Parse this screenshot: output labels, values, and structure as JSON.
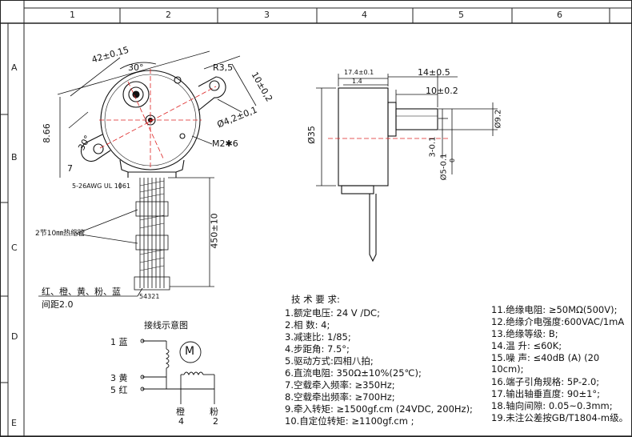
{
  "grid": {
    "columns": [
      "1",
      "2",
      "3",
      "4",
      "5",
      "6"
    ],
    "rows": [
      "A",
      "B",
      "C",
      "D",
      "E"
    ]
  },
  "front_view": {
    "dim_width": "42±0.15",
    "dim_angle_top": "30°",
    "dim_radius": "R3,5",
    "dim_hole": "Ø4,2±0,1",
    "dim_mount_offset": "10±0,2",
    "dim_center": "8.66",
    "dim_angle_side": "30°",
    "dim_small": "7",
    "dim_screw": "M2✱6",
    "wire_label": "5-26AWG UL 1061",
    "heat_shrink_label": "2节10㎜热缩管",
    "wire_length": "450±10",
    "wire_colors": "红、橙、黄、粉、蓝",
    "pitch": "间距2.0",
    "connector_pins": "54321"
  },
  "side_view": {
    "dim_a": "17.4±0.1",
    "dim_b": "1.4",
    "dim_c": "14±0.5",
    "dim_d": "10±0.2",
    "dim_diameter": "Ø35",
    "dim_flat": "3-0.1",
    "dim_shaft": "Ø5-0.1",
    "dim_shaft_tol": "0",
    "dim_shaft_out": "Ø9.2"
  },
  "wiring": {
    "title": "接线示意图",
    "motor_symbol": "M",
    "pin1": "1 蓝",
    "pin3": "3 黄",
    "pin5": "5 红",
    "orange": "橙",
    "orange_num": "4",
    "pink": "粉",
    "pink_num": "2"
  },
  "requirements": {
    "title": "技 术 要 求:",
    "items": [
      "1.额定电压: 24 V /DC;",
      "2.相    数: 4;",
      "3.减速比: 1/85;",
      "4.步距角:  7.5°;",
      "5.驱动方式:四相八拍;",
      "6.直流电阻: 350Ω±10%(25℃);",
      "7.空载牵入频率: ≥350Hz;",
      "8.空载牵出频率: ≥700Hz;",
      "9.牵入转矩: ≥1500gf.cm (24VDC, 200Hz);",
      "10.自定位转矩: ≥1100gf.cm     ;"
    ],
    "items2": [
      "11.绝缘电阻:  ≥50MΩ(500V);",
      "12.绝缘介电强度:600VAC/1mA",
      "13.绝缘等级:  B;",
      "14.温    升: ≤60K;",
      "15.噪    声: ≤40dB (A) (20",
      "10cm);",
      "16.端子引角规格: 5P-2.0;",
      "17.输出轴垂直度:  90±1°;",
      "18.轴向间隙:  0.05~0.3mm;",
      "19.未注公差按GB/T1804-m级。"
    ]
  }
}
